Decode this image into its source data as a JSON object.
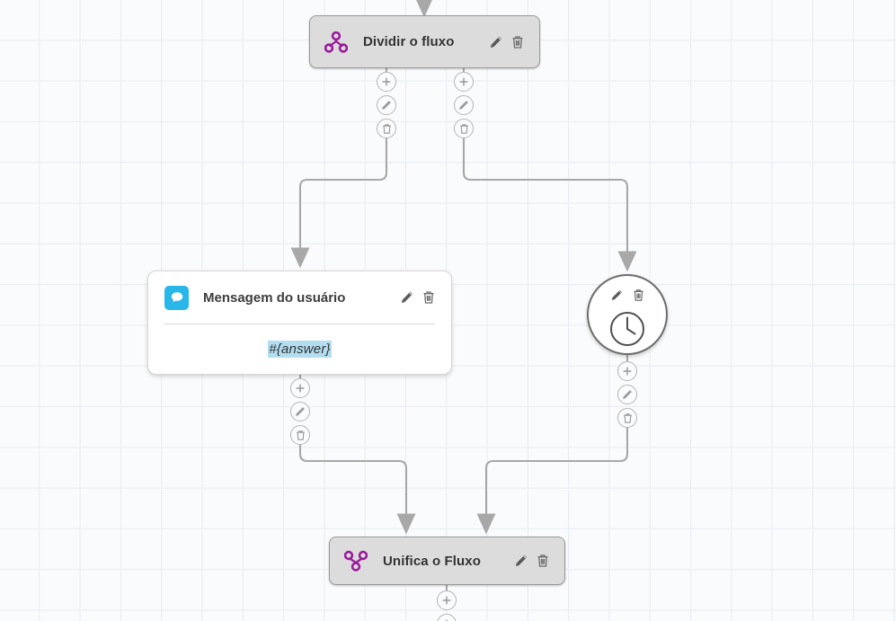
{
  "canvas": {
    "background_color": "#fafbfc",
    "grid_color": "#e7ecf2",
    "grid_size": 45
  },
  "theme": {
    "accent_purple": "#9c1a9c",
    "chat_blue": "#29b6e8",
    "token_highlight": "#b3def0",
    "edge_gray": "#aaaaaa",
    "node_gray_fill": "#dcdcdc",
    "node_gray_border": "#9a9a9a"
  },
  "nodes": [
    {
      "id": "split",
      "title": "Dividir o fluxo",
      "icon": "flow-split-icon",
      "type": "gray-card",
      "tools": [
        "edit-icon",
        "trash-icon"
      ]
    },
    {
      "id": "message",
      "title": "Mensagem do usuário",
      "icon": "chat-bubble-icon",
      "type": "white-card",
      "body_text": "#{answer}",
      "tools": [
        "edit-icon",
        "trash-icon"
      ]
    },
    {
      "id": "delay",
      "title": "",
      "icon": "clock-icon",
      "type": "circle",
      "tools": [
        "edit-icon",
        "trash-icon"
      ]
    },
    {
      "id": "merge",
      "title": "Unifica o Fluxo",
      "icon": "flow-merge-icon",
      "type": "gray-card",
      "tools": [
        "edit-icon",
        "trash-icon"
      ]
    }
  ],
  "action_buttons": {
    "add_label": "+",
    "edit_label": "edit",
    "delete_label": "delete",
    "stacks": [
      {
        "id": "split-left-outlet",
        "buttons": [
          "add-icon",
          "edit-icon",
          "trash-icon"
        ]
      },
      {
        "id": "split-right-outlet",
        "buttons": [
          "add-icon",
          "edit-icon",
          "trash-icon"
        ]
      },
      {
        "id": "message-outlet",
        "buttons": [
          "add-icon",
          "edit-icon",
          "trash-icon"
        ]
      },
      {
        "id": "delay-outlet",
        "buttons": [
          "add-icon",
          "edit-icon",
          "trash-icon"
        ]
      },
      {
        "id": "merge-outlet",
        "buttons": [
          "add-icon",
          "add-icon"
        ]
      }
    ]
  }
}
